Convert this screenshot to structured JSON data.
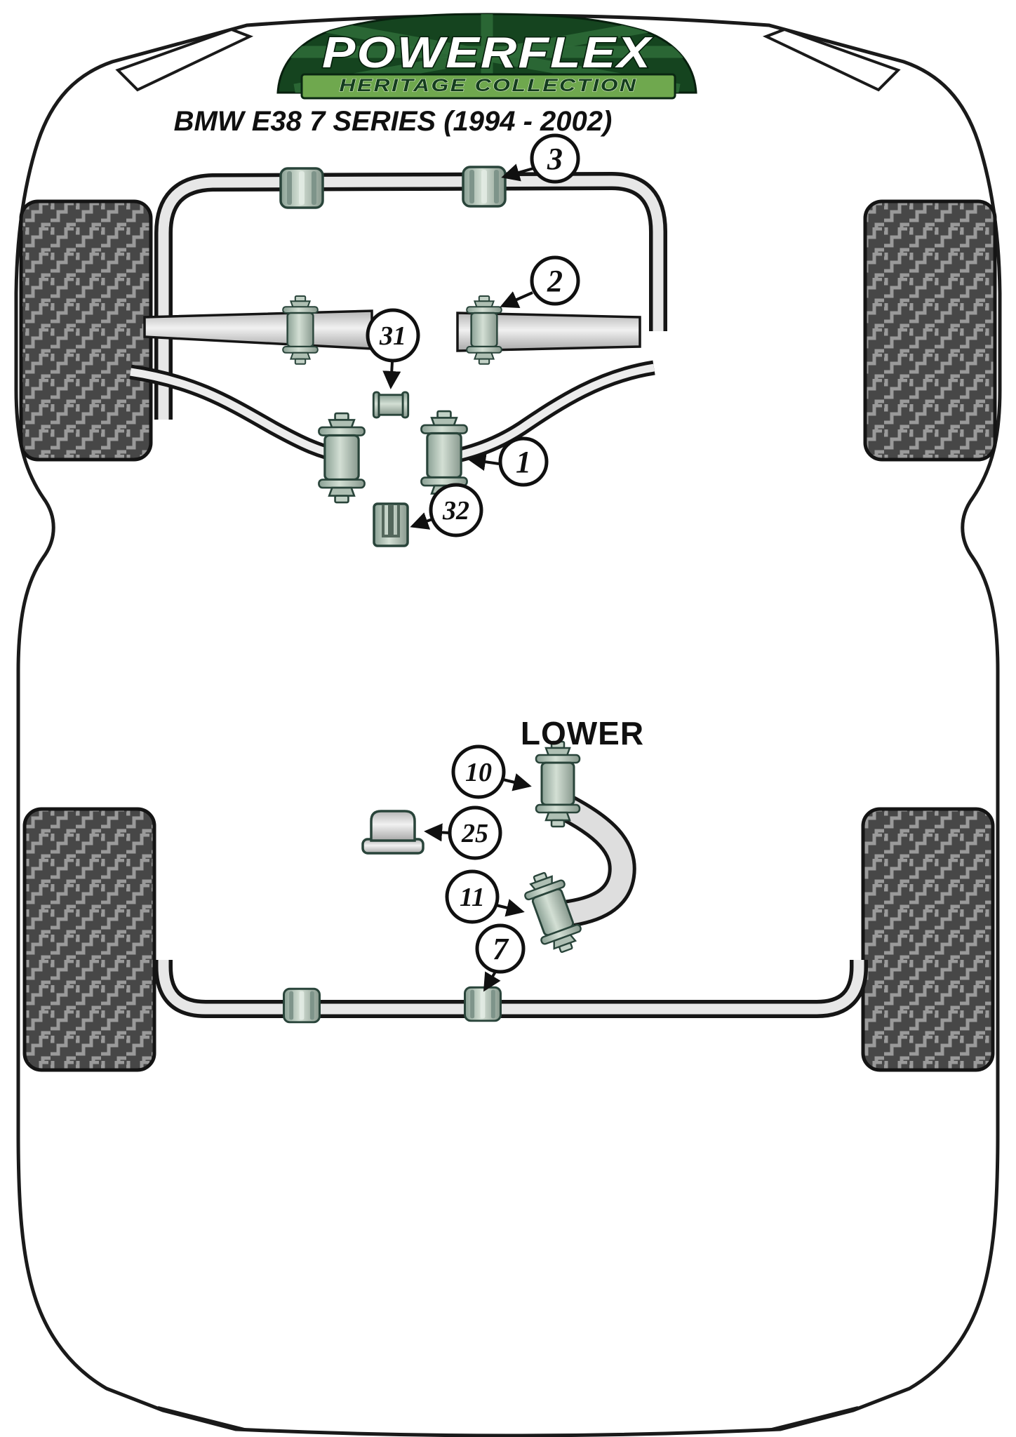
{
  "header": {
    "title": "BMW E38 7 SERIES (1994 - 2002)"
  },
  "logo": {
    "brand": "POWERFLEX",
    "subtitle": "HERITAGE COLLECTION"
  },
  "diagram": {
    "section_label": "LOWER",
    "callouts": {
      "c1": "1",
      "c2": "2",
      "c3": "3",
      "c7": "7",
      "c10": "10",
      "c11": "11",
      "c25": "25",
      "c31": "31",
      "c32": "32"
    }
  },
  "colors": {
    "logo_green": "#15441f",
    "logo_band_green": "#6fa84e",
    "bushing_green_gray": "#a9bdb2",
    "tire_dark": "#474747",
    "tire_tread_light": "#9a9a9a",
    "line_black": "#101010"
  }
}
